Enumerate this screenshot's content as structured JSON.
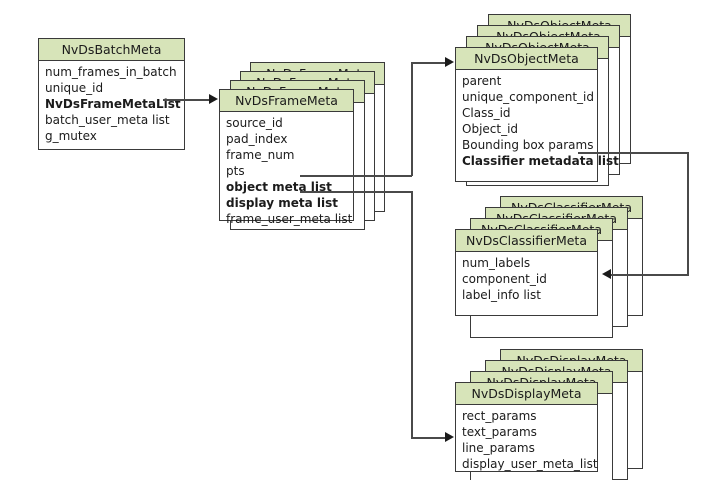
{
  "diagram": {
    "title": "DeepStream NvDs metadata structure",
    "colors": {
      "header_fill": "#d7e4b9",
      "box_border": "#3a3a3a",
      "connector": "#4a4a4a",
      "background": "#ffffff",
      "text": "#1b1b1b"
    }
  },
  "classes": {
    "batch_meta": {
      "name": "NvDsBatchMeta",
      "attributes": [
        {
          "label": "num_frames_in_batch",
          "bold": false
        },
        {
          "label": "unique_id",
          "bold": false
        },
        {
          "label": "NvDsFrameMetaList",
          "bold": true
        },
        {
          "label": "batch_user_meta  list",
          "bold": false
        },
        {
          "label": "g_mutex",
          "bold": false
        }
      ]
    },
    "frame_meta": {
      "name": "NvDsFrameMeta",
      "attributes": [
        {
          "label": "source_id",
          "bold": false
        },
        {
          "label": "pad_index",
          "bold": false
        },
        {
          "label": "frame_num",
          "bold": false
        },
        {
          "label": "pts",
          "bold": false
        },
        {
          "label": "object meta  list",
          "bold": true
        },
        {
          "label": "display meta  list",
          "bold": true
        },
        {
          "label": "frame_user_meta  list",
          "bold": false
        }
      ]
    },
    "object_meta": {
      "name": "NvDsObjectMeta",
      "attributes": [
        {
          "label": "parent",
          "bold": false
        },
        {
          "label": "unique_component_id",
          "bold": false
        },
        {
          "label": "Class_id",
          "bold": false
        },
        {
          "label": "Object_id",
          "bold": false
        },
        {
          "label": "Bounding box params",
          "bold": false
        },
        {
          "label": "Classifier metadata  list",
          "bold": true
        }
      ]
    },
    "classifier_meta": {
      "name": "NvDsClassifierMeta",
      "attributes": [
        {
          "label": "num_labels",
          "bold": false
        },
        {
          "label": "component_id",
          "bold": false
        },
        {
          "label": "label_info  list",
          "bold": false
        }
      ]
    },
    "display_meta": {
      "name": "NvDsDisplayMeta",
      "attributes": [
        {
          "label": "rect_params",
          "bold": false
        },
        {
          "label": "text_params",
          "bold": false
        },
        {
          "label": "line_params",
          "bold": false
        },
        {
          "label": "display_user_meta_list",
          "bold": false
        }
      ]
    }
  },
  "connections": [
    {
      "from": "batch_meta.NvDsFrameMetaList",
      "to": "frame_meta",
      "arrow": "right"
    },
    {
      "from": "frame_meta.object meta  list",
      "to": "object_meta",
      "arrow": "right"
    },
    {
      "from": "frame_meta.display meta  list",
      "to": "display_meta",
      "arrow": "right"
    },
    {
      "from": "object_meta.Classifier metadata  list",
      "to": "classifier_meta",
      "arrow": "left"
    }
  ]
}
